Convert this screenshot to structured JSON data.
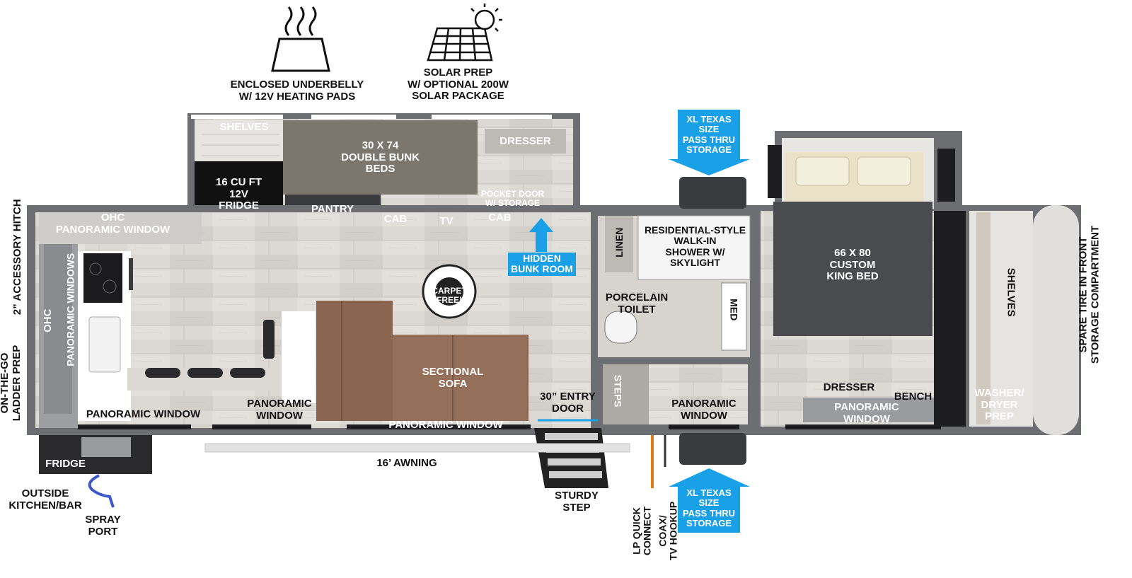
{
  "features": {
    "underbelly": "ENCLOSED UNDERBELLY\nW/ 12V HEATING PADS",
    "solar": "SOLAR PREP\nW/ OPTIONAL 200W\nSOLAR PACKAGE"
  },
  "bunkroom": {
    "shelves": "SHELVES",
    "bunk_beds": "30 X 74\nDOUBLE BUNK\nBEDS",
    "dresser": "DRESSER",
    "fridge": "16 CU FT\n12V\nFRIDGE",
    "pantry": "PANTRY",
    "cab_left": "CAB",
    "tv": "TV",
    "cab_right": "CAB",
    "pocket_door": "POCKET DOOR\nW/ STORAGE",
    "hidden_bunk_room": "HIDDEN\nBUNK ROOM"
  },
  "living": {
    "ohc_window": "OHC\nPANORAMIC WINDOW",
    "ohc_side": "OHC",
    "panoramic_windows_side": "PANORAMIC WINDOWS",
    "carpet_free": "CARPET FREE!",
    "sectional_sofa": "SECTIONAL\nSOFA",
    "panoramic_window_rear": "PANORAMIC WINDOW",
    "panoramic_window_mid": "PANORAMIC\nWINDOW",
    "panoramic_window_front": "PANORAMIC WINDOW",
    "entry_door": "30” ENTRY\nDOOR"
  },
  "bath": {
    "linen": "LINEN",
    "shower": "RESIDENTIAL-STYLE\nWALK-IN\nSHOWER W/\nSKYLIGHT",
    "toilet": "PORCELAIN\nTOILET",
    "med": "MED",
    "steps": "STEPS",
    "panoramic_window": "PANORAMIC\nWINDOW"
  },
  "bedroom": {
    "king_bed": "66 X 80\nCUSTOM\nKING BED",
    "dresser": "DRESSER",
    "bench": "BENCH",
    "panoramic_window": "PANORAMIC\nWINDOW",
    "shelves": "SHELVES",
    "washer_dryer": "WASHER/\nDRYER\nPREP"
  },
  "storage": {
    "top": "XL TEXAS SIZE\nPASS THRU\nSTORAGE",
    "bottom": "XL TEXAS SIZE\nPASS THRU\nSTORAGE"
  },
  "exterior": {
    "accessory_hitch": "2” ACCESSORY HITCH",
    "ladder_prep": "ON-THE-GO\nLADDER PREP",
    "spare_tire": "SPARE TIRE IN FRONT\nSTORAGE COMPARTMENT",
    "outside_fridge": "FRIDGE",
    "outside_kitchen": "OUTSIDE\nKITCHEN/BAR",
    "spray_port": "SPRAY\nPORT",
    "awning": "16’ AWNING",
    "sturdy_step": "STURDY\nSTEP",
    "lp_quick_connect": "LP QUICK\nCONNECT",
    "coax": "COAX/\nTV HOOKUP"
  },
  "colors": {
    "wall": "#6d6e71",
    "floor": "#d9d6d2",
    "sofa": "#8a6650",
    "bed": "#4a4b4f",
    "bunk": "#7b766e",
    "callout": "#1aa0e6"
  },
  "icons": [
    "heating-pads-icon",
    "solar-panel-icon",
    "carpet-free-icon",
    "arrow-up-icon",
    "arrow-down-icon"
  ]
}
